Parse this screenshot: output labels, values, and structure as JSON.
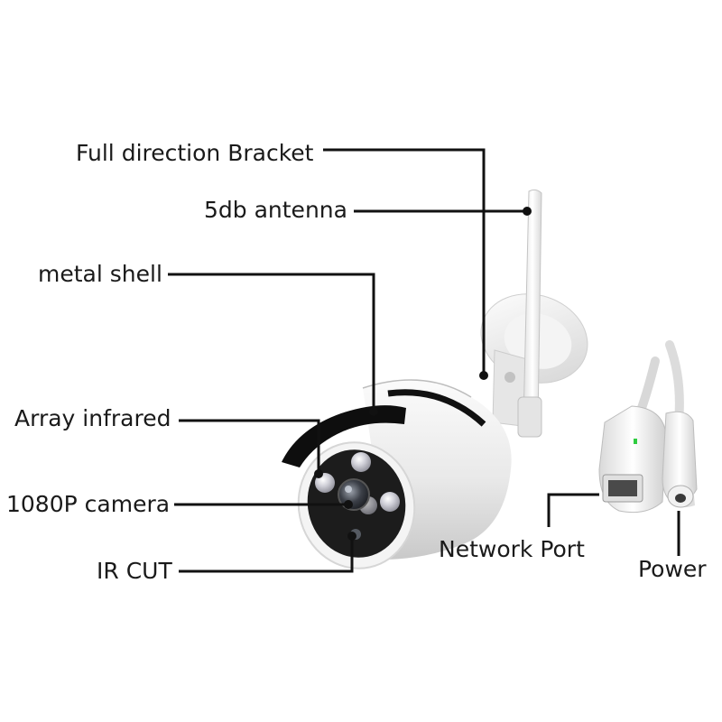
{
  "callouts": {
    "bracket": "Full direction Bracket",
    "antenna": "5db antenna",
    "shell": "metal shell",
    "array_infrared": "Array infrared",
    "camera": "1080P camera",
    "ir_cut": "IR CUT",
    "network_port": "Network Port",
    "power": "Power"
  },
  "colors": {
    "background": "#ffffff",
    "leader_line": "#111111",
    "camera_body": "#eeeeee",
    "lens_ring": "#1c1c1c",
    "status_led": "#2ecc40"
  }
}
